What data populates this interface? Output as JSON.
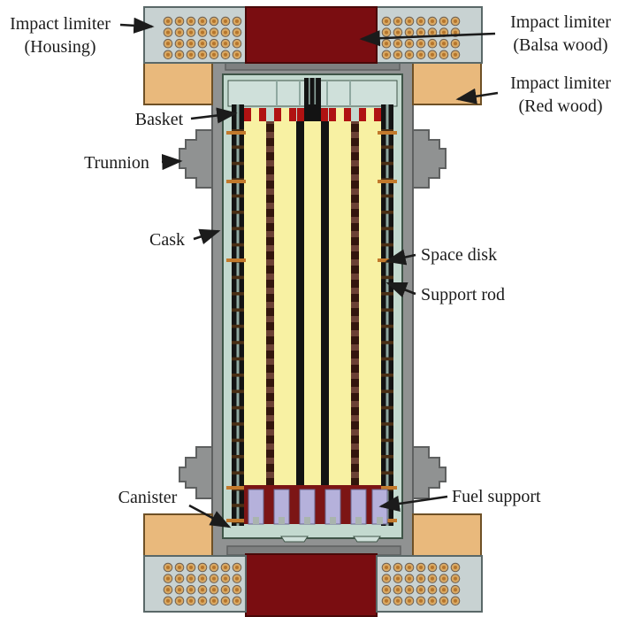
{
  "figure": {
    "description": "Cross-section diagram of a spent nuclear fuel transport cask with impact limiters"
  },
  "labels": {
    "housing": {
      "line1": "Impact limiter",
      "line2": "(Housing)"
    },
    "balsa": {
      "line1": "Impact limiter",
      "line2": "(Balsa wood)"
    },
    "redwood": {
      "line1": "Impact limiter",
      "line2": "(Red wood)"
    },
    "basket": "Basket",
    "trunnion": "Trunnion",
    "cask": "Cask",
    "space_disk": "Space disk",
    "support_rod": "Support rod",
    "canister": "Canister",
    "fuel_support": "Fuel support"
  },
  "colors": {
    "cask_gray": "#909292",
    "cask_outline": "#5e6060",
    "cask_step": "#7e8080",
    "housing": "#c8d2d2",
    "housing_outline": "#5a6868",
    "balsa": "#7a0d11",
    "balsa_outline": "#4a0808",
    "redwood": "#e9b97c",
    "redwood_outline": "#6e5026",
    "canister": "#c3d9cf",
    "canister_outline": "#3f5548",
    "teal_band": "#cfe0da",
    "teal_divider": "#8fa8a0",
    "fuel_yellow": "#f8f1a3",
    "sep_black": "#131313",
    "sep_brown": "#6b4034",
    "sep_brown_dash": "#33150d",
    "cap_red": "#b01212",
    "purple": "#b5b1db",
    "purple_outline": "#6a668e",
    "band_red": "#7c1515",
    "tick_brown": "#4a2e14",
    "tick_orange": "#c2792c",
    "circle_ring": "#d9a964",
    "circle_edge": "#6e6052",
    "circle_dot": "#b5752c",
    "notch_gray": "#a9b4ae",
    "label": "#1b1b1b",
    "arrow": "#1b1b1b"
  }
}
